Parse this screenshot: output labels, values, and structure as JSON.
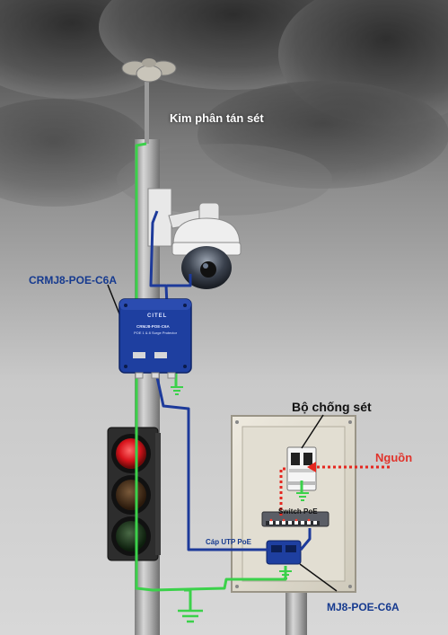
{
  "labels": {
    "lightning_rod": "Kim phân tán sét",
    "crmj8": "CRMJ8-POE-C6A",
    "surge_device": "Bộ chống sét",
    "power": "Nguồn",
    "switch_poe": "Switch PoE",
    "utp_cable": "Cáp UTP PoE",
    "mj8": "MJ8-POE-C6A"
  },
  "device_text": {
    "brand": "CITEL",
    "model": "CRMJ8-POE-C6A",
    "subtitle": "POE 1 & 8 Surge Protector"
  },
  "colors": {
    "ground_wire": "#3bd14a",
    "data_cable": "#1d3a9a",
    "power_wire": "#e5271f",
    "label_blue": "#163a8f",
    "label_red": "#e0332b",
    "protector_blue": "#1e3fa0"
  }
}
